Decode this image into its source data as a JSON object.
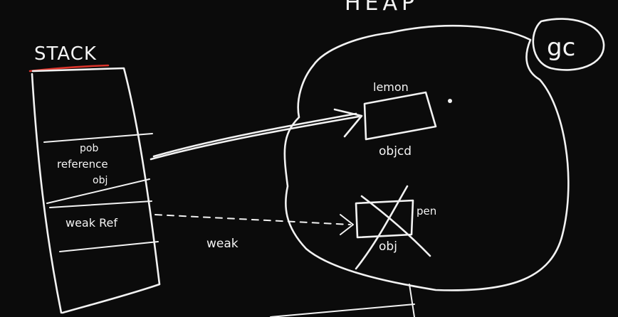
{
  "labels": {
    "stack": "STACK",
    "heap": "HEAP",
    "gc": "gc",
    "strong_ref_line1": "pob",
    "strong_ref_line2": "reference",
    "strong_ref_line3": "obj",
    "weak_ref": "weak Ref",
    "weak": "weak",
    "lemon": "lemon",
    "obj_cd": "objcd",
    "weak_obj_label": "obj",
    "weak_obj_side": "pen"
  },
  "colors": {
    "background": "#0b0b0b",
    "chalk": "#f2f2f2",
    "stack_underline": "#d9342b"
  }
}
